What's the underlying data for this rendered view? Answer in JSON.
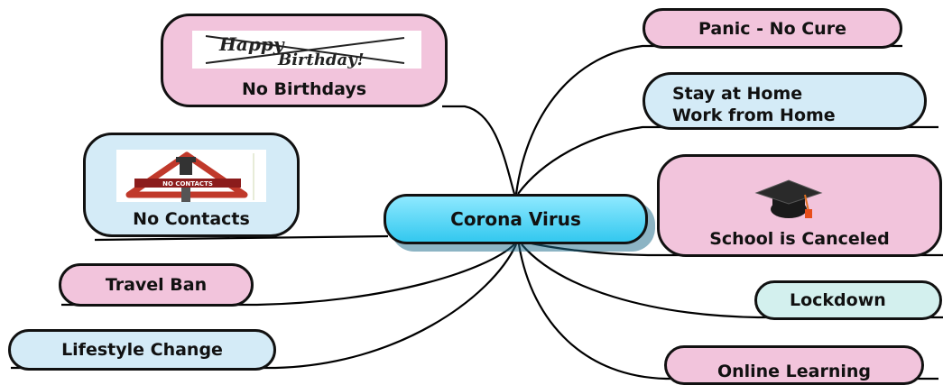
{
  "center": {
    "label": "Corona Virus"
  },
  "branches": {
    "no_birthdays": {
      "label": "No Birthdays",
      "image_text_1": "Happy",
      "image_text_2": "Birthday!"
    },
    "no_contacts": {
      "label": "No Contacts",
      "sign_text": "NO CONTACTS"
    },
    "travel_ban": {
      "label": "Travel Ban"
    },
    "lifestyle_change": {
      "label": "Lifestyle Change"
    },
    "panic": {
      "label": "Panic - No Cure"
    },
    "stay_home": {
      "line1": "Stay at Home",
      "line2": "Work from Home"
    },
    "school": {
      "label": "School is Canceled"
    },
    "lockdown": {
      "label": "Lockdown"
    },
    "online_learning": {
      "label": "Online Learning"
    }
  },
  "colors": {
    "pink": "#f2c4dc",
    "blue": "#d4ebf7",
    "teal": "#d3f0ee",
    "center": "#33c8ef"
  }
}
